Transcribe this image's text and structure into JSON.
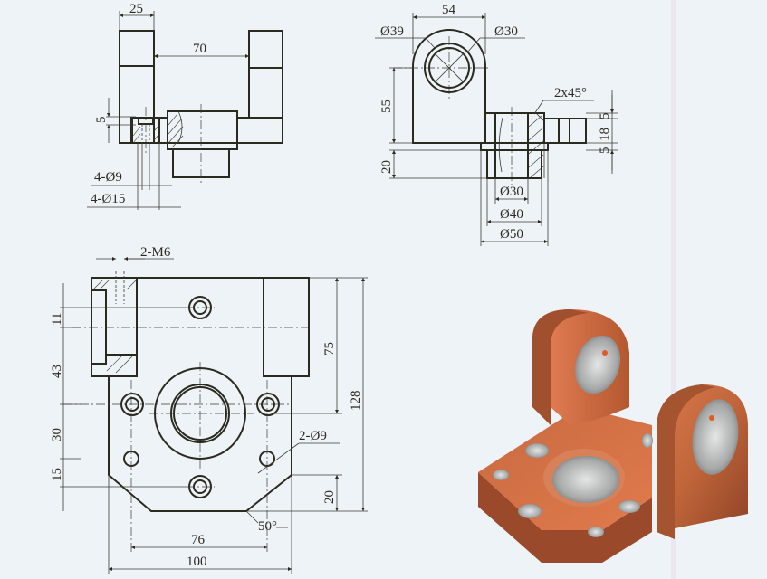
{
  "figure": {
    "type": "engineering drawing — three orthographic views with isometric render",
    "colors": {
      "background": "#eef3f8",
      "line": "#2b2a1e",
      "render_copper": "#c0653a",
      "render_highlight": "#e8835a",
      "render_bore": "#c9c9c9"
    }
  },
  "front_view": {
    "dims": {
      "lug_width": "25",
      "lug_spacing": "70",
      "step_height": "5",
      "small_hole": "4-Ø9",
      "counterbore": "4-Ø15"
    }
  },
  "side_view": {
    "dims": {
      "width": "54",
      "lug_outer_dia": "Ø39",
      "lug_bore_dia": "Ø30",
      "lug_center_height": "55",
      "chamfer": "2x45°",
      "upper_thk": "5",
      "mid_thk": "18",
      "lower_thk": "5",
      "boss_height": "20",
      "bore_dia": "Ø30",
      "counterbore_dia": "Ø40",
      "boss_dia": "Ø50"
    }
  },
  "top_view": {
    "dims": {
      "thread": "2-M6",
      "hole_offset_11": "11",
      "span_43": "43",
      "span_30": "30",
      "span_15": "15",
      "height_75": "75",
      "overall_height": "128",
      "chamfer_height": "20",
      "small_holes": "2-Ø9",
      "chamfer_angle": "50°",
      "hole_spacing": "76",
      "overall_width": "100"
    }
  },
  "isometric_view": {
    "label": "3D render of bracket"
  }
}
